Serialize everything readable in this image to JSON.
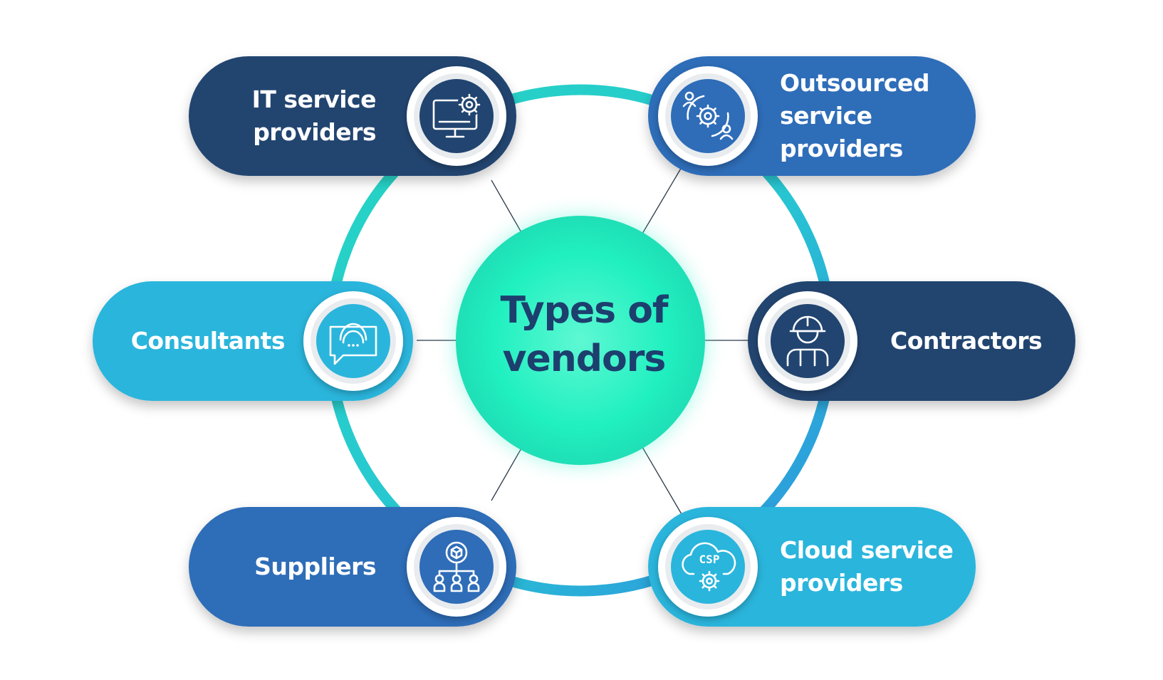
{
  "center": {
    "title": "Types of vendors"
  },
  "vendors": [
    {
      "label": "IT service providers",
      "icon": "monitor-gear-icon",
      "color": "#214570"
    },
    {
      "label": "Outsourced service providers",
      "icon": "outsourcing-cycle-icon",
      "color": "#2f6db8"
    },
    {
      "label": "Consultants",
      "icon": "support-chat-icon",
      "color": "#2ab5dc"
    },
    {
      "label": "Contractors",
      "icon": "worker-helmet-icon",
      "color": "#214570"
    },
    {
      "label": "Suppliers",
      "icon": "supply-network-icon",
      "color": "#2f6db8"
    },
    {
      "label": "Cloud service providers",
      "icon": "cloud-csp-icon",
      "color": "#2ab5dc"
    }
  ],
  "icon_texts": {
    "csp": "CSP"
  },
  "colors": {
    "ring_teal": "#27d3c0",
    "ring_blue": "#2f8fe0",
    "center_glow": "#21f5c4",
    "center_text": "#1d3f6e",
    "connector": "#2b3a4a"
  }
}
